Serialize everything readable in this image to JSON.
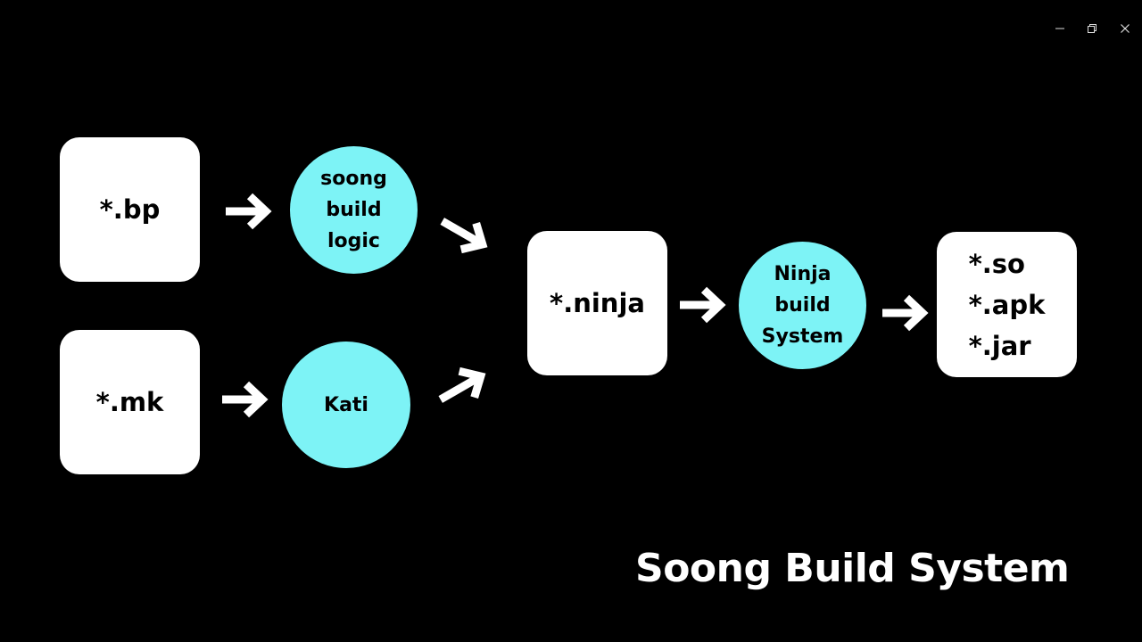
{
  "window_controls": {
    "minimize": "minimize-icon",
    "restore": "restore-icon",
    "close": "close-icon"
  },
  "diagram": {
    "inputs": {
      "bp": "*.bp",
      "mk": "*.mk"
    },
    "processors": {
      "soong": [
        "soong",
        "build",
        "logic"
      ],
      "kati": "Kati"
    },
    "intermediate": "*.ninja",
    "builder": [
      "Ninja",
      "build",
      "System"
    ],
    "outputs": [
      "*.so",
      "*.apk",
      "*.jar"
    ],
    "colors": {
      "box": "#ffffff",
      "circle": "#7df3f6",
      "arrow": "#ffffff",
      "background": "#000000"
    }
  },
  "title": "Soong Build System"
}
